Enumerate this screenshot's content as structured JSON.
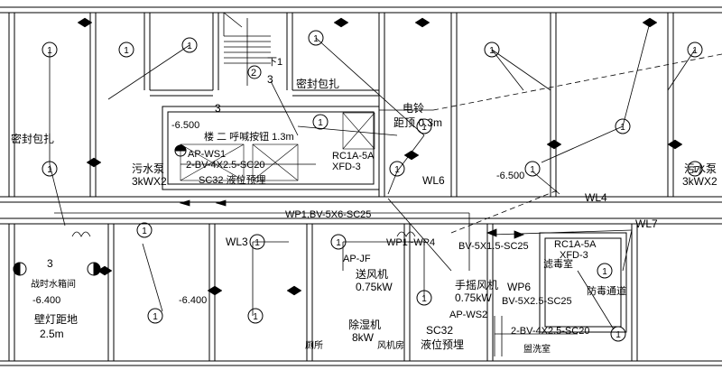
{
  "labels": {
    "seal_left": "密封包扎",
    "seal_top": "密封包扎",
    "sewage_left": "污水泵",
    "sewage_left_power": "3kWX2",
    "sewage_right": "污水泵",
    "sewage_right_power": "3kWX2",
    "elev_left": "-6.500",
    "elev_mid": "-6.500",
    "elev_bottom_left": "-6.400",
    "elev_bottom_mid": "-6.400",
    "stair_box": "楼  二  呼喊按钮 1.3m",
    "bell": "电铃",
    "bell_height": "距顶 0.3m",
    "ap_ws1": "AP-WS1",
    "line_bv_left": "2-BV-4X2.5-SC20",
    "sc32_left": "SC32 液位预埋",
    "rc_top": "RC1A-5A",
    "rc_top_sub": "XFD-3",
    "wl6": "WL6",
    "wl4": "WL4",
    "wl7": "WL7",
    "wl3": "WL3",
    "wp1_main": "WP1,BV-5X6-SC25",
    "wp1_range": "WP1~WP4",
    "ap_jf": "AP-JF",
    "bv_mid": "BV-5X1.5-SC25",
    "rc_right": "RC1A-5A",
    "rc_right_sub": "XFD-3",
    "filter_room": "滤毒室",
    "anti_gas": "防毒通道",
    "fan_send": "送风机",
    "fan_send_power": "0.75kW",
    "fan_hand": "手摇风机",
    "fan_hand_power": "0.75kW",
    "wp6": "WP6",
    "bv_right": "BV-5X2.5-SC25",
    "ap_ws2": "AP-WS2",
    "line_bv_right": "2-BV-4X2.5-SC20",
    "dehumid": "除湿机",
    "dehumid_power": "8kW",
    "sc32_bottom": "SC32",
    "liquid_prebury": "液位预埋",
    "tank_room": "战时水箱间",
    "wall_lamp": "壁灯距地",
    "wall_lamp_height": "2.5m",
    "toilet": "厕所",
    "fan_room": "风机房",
    "shower": "盥洗室",
    "num_3_left": "3",
    "num_3_top": "3",
    "num_3_mid": "3",
    "num_2": "2",
    "down_1": "下1",
    "fixture_1": "1"
  }
}
